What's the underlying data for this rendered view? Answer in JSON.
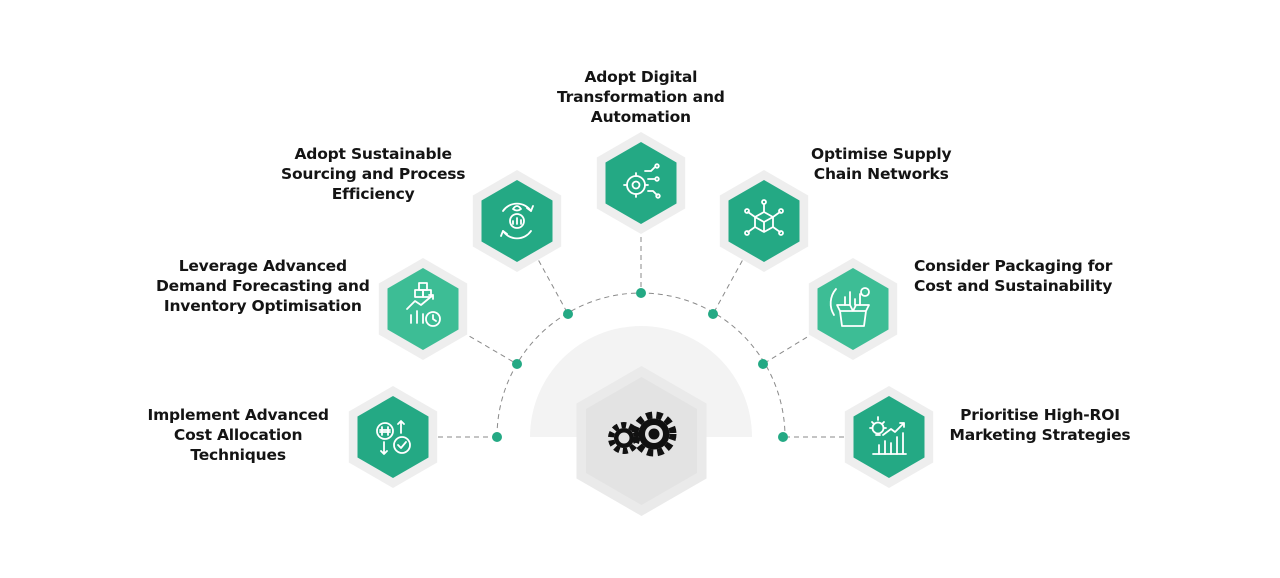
{
  "diagram": {
    "center": {
      "icon": "gears-icon"
    },
    "accent_color": "#24a984",
    "accent_light": "#3dbd95",
    "halo_color": "#eeeeee",
    "dots_color": "#24a984",
    "nodes": [
      {
        "label": "Implement Advanced Cost Allocation Techniques",
        "lines": [
          "Implement Advanced",
          "Cost Allocation",
          "Techniques"
        ],
        "icon": "cost-allocation-icon"
      },
      {
        "label": "Leverage Advanced Demand Forecasting and Inventory Optimisation",
        "lines": [
          "Leverage Advanced",
          "Demand Forecasting and",
          "Inventory Optimisation"
        ],
        "icon": "forecasting-icon"
      },
      {
        "label": "Adopt Sustainable Sourcing and Process Efficiency",
        "lines": [
          "Adopt Sustainable",
          "Sourcing and Process",
          "Efficiency"
        ],
        "icon": "sustainable-sourcing-icon"
      },
      {
        "label": "Adopt Digital Transformation and Automation",
        "lines": [
          "Adopt Digital",
          "Transformation and",
          "Automation"
        ],
        "icon": "digital-automation-icon"
      },
      {
        "label": "Optimise Supply Chain Networks",
        "lines": [
          "Optimise Supply",
          "Chain Networks"
        ],
        "icon": "supply-chain-icon"
      },
      {
        "label": "Consider Packaging for Cost and Sustainability",
        "lines": [
          "Consider Packaging for",
          "Cost and Sustainability"
        ],
        "icon": "packaging-icon"
      },
      {
        "label": "Prioritise High-ROI Marketing Strategies",
        "lines": [
          "Prioritise High-ROI",
          "Marketing Strategies"
        ],
        "icon": "marketing-roi-icon"
      }
    ]
  }
}
